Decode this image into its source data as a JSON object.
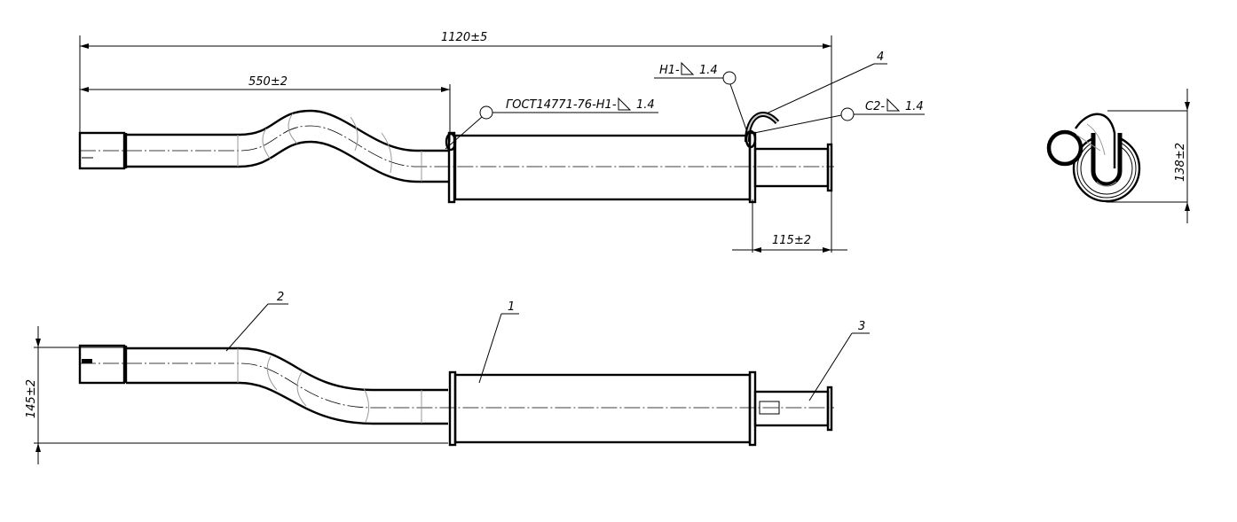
{
  "drawing": {
    "top_view": {
      "overall_length": "1120±5",
      "pipe_length": "550±2",
      "tail_length": "115±2",
      "weld_left": {
        "prefix": "ГОСТ14771-76-Н1-",
        "leg": "1.4"
      },
      "weld_mid": {
        "prefix": "Н1-",
        "leg": "1.4"
      },
      "weld_right": {
        "prefix": "С2-",
        "leg": "1.4"
      },
      "callout_4": "4"
    },
    "front_view": {
      "height": "145±2",
      "callout_1": "1",
      "callout_2": "2",
      "callout_3": "3"
    },
    "end_view": {
      "height": "138±2"
    }
  }
}
